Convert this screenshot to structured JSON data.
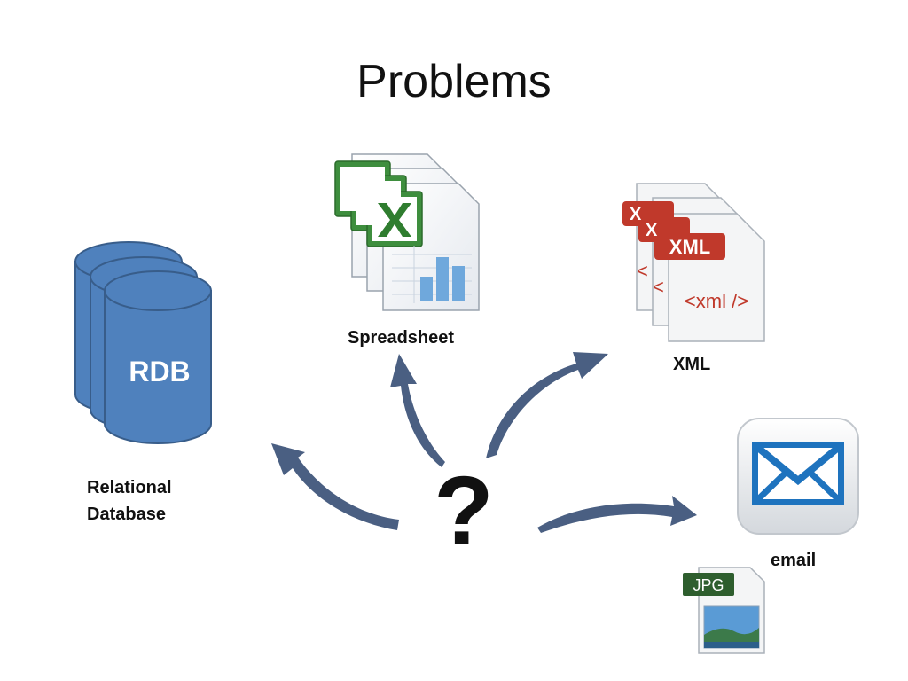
{
  "title": "Problems",
  "center": {
    "symbol": "?"
  },
  "nodes": {
    "rdb": {
      "icon_text": "RDB",
      "label_line1": "Relational",
      "label_line2": "Database"
    },
    "spreadsheet": {
      "label": "Spreadsheet"
    },
    "xml": {
      "label": "XML",
      "badge": "XML",
      "tag": "<xml />"
    },
    "email": {
      "label": "email"
    },
    "jpg": {
      "badge": "JPG"
    }
  },
  "colors": {
    "db_fill": "#4f81bd",
    "db_stroke": "#385d8a",
    "arrow": "#4a5f82",
    "excel_green": "#3a8a3a",
    "xml_red": "#c0392b",
    "mail_blue": "#1e73be",
    "jpg_green": "#2e5e2e"
  }
}
